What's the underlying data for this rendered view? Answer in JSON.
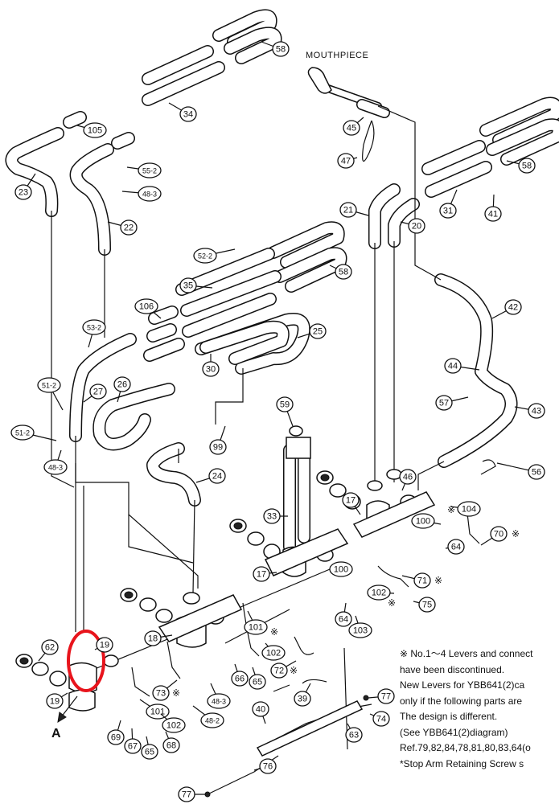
{
  "diagram": {
    "mouthpiece_label": "MOUTHPIECE",
    "arrow_label": "A",
    "callouts": [
      {
        "id": "c58a",
        "label": "58"
      },
      {
        "id": "c34",
        "label": "34"
      },
      {
        "id": "c105",
        "label": "105"
      },
      {
        "id": "c55",
        "label": "55-2"
      },
      {
        "id": "c48a",
        "label": "48-3"
      },
      {
        "id": "c23",
        "label": "23"
      },
      {
        "id": "c22",
        "label": "22"
      },
      {
        "id": "c45",
        "label": "45"
      },
      {
        "id": "c47",
        "label": "47"
      },
      {
        "id": "c58b",
        "label": "58"
      },
      {
        "id": "c21",
        "label": "21"
      },
      {
        "id": "c20",
        "label": "20"
      },
      {
        "id": "c31",
        "label": "31"
      },
      {
        "id": "c41",
        "label": "41"
      },
      {
        "id": "c52",
        "label": "52-2"
      },
      {
        "id": "c58c",
        "label": "58"
      },
      {
        "id": "c35",
        "label": "35"
      },
      {
        "id": "c106",
        "label": "106"
      },
      {
        "id": "c42",
        "label": "42"
      },
      {
        "id": "c53",
        "label": "53-2"
      },
      {
        "id": "c25",
        "label": "25"
      },
      {
        "id": "c30",
        "label": "30"
      },
      {
        "id": "c44",
        "label": "44"
      },
      {
        "id": "c51a",
        "label": "51-2"
      },
      {
        "id": "c27",
        "label": "27"
      },
      {
        "id": "c26",
        "label": "26"
      },
      {
        "id": "c57",
        "label": "57"
      },
      {
        "id": "c59",
        "label": "59"
      },
      {
        "id": "c43",
        "label": "43"
      },
      {
        "id": "c51b",
        "label": "51-2"
      },
      {
        "id": "c99",
        "label": "99"
      },
      {
        "id": "c48b",
        "label": "48-3"
      },
      {
        "id": "c24",
        "label": "24"
      },
      {
        "id": "c56",
        "label": "56"
      },
      {
        "id": "c46",
        "label": "46"
      },
      {
        "id": "c104",
        "label": "104"
      },
      {
        "id": "c17a",
        "label": "17"
      },
      {
        "id": "c100a",
        "label": "100"
      },
      {
        "id": "c33",
        "label": "33"
      },
      {
        "id": "c70",
        "label": "70"
      },
      {
        "id": "c64a",
        "label": "64"
      },
      {
        "id": "c17b",
        "label": "17"
      },
      {
        "id": "c100b",
        "label": "100"
      },
      {
        "id": "c71",
        "label": "71"
      },
      {
        "id": "c102a",
        "label": "102"
      },
      {
        "id": "c75",
        "label": "75"
      },
      {
        "id": "c64b",
        "label": "64"
      },
      {
        "id": "c103",
        "label": "103"
      },
      {
        "id": "c101a",
        "label": "101"
      },
      {
        "id": "c18",
        "label": "18"
      },
      {
        "id": "c62",
        "label": "62"
      },
      {
        "id": "c19b",
        "label": "19"
      },
      {
        "id": "c102b",
        "label": "102"
      },
      {
        "id": "c72",
        "label": "72"
      },
      {
        "id": "c66",
        "label": "66"
      },
      {
        "id": "c65a",
        "label": "65"
      },
      {
        "id": "c73",
        "label": "73"
      },
      {
        "id": "c48c",
        "label": "48-3"
      },
      {
        "id": "c48d",
        "label": "48-2"
      },
      {
        "id": "c19",
        "label": "19"
      },
      {
        "id": "c101b",
        "label": "101"
      },
      {
        "id": "c102c",
        "label": "102"
      },
      {
        "id": "c69",
        "label": "69"
      },
      {
        "id": "c67",
        "label": "67"
      },
      {
        "id": "c65b",
        "label": "65"
      },
      {
        "id": "c68",
        "label": "68"
      },
      {
        "id": "c39",
        "label": "39"
      },
      {
        "id": "c40",
        "label": "40"
      },
      {
        "id": "c77a",
        "label": "77"
      },
      {
        "id": "c74",
        "label": "74"
      },
      {
        "id": "c63",
        "label": "63"
      },
      {
        "id": "c76",
        "label": "76"
      },
      {
        "id": "c77b",
        "label": "77"
      }
    ]
  },
  "notes": {
    "lines": [
      "※ No.1～4  Levers and connect",
      "have been discontinued.",
      "New Levers for YBB641(2)ca",
      "only if the following parts are",
      "The design is different.",
      "(See YBB641(2)diagram)",
      "Ref.79,82,84,78,81,80,83,64(o",
      "*Stop Arm Retaining Screw s"
    ]
  },
  "colors": {
    "ink": "#111111",
    "highlight": "#e8141c",
    "paper": "#ffffff"
  }
}
